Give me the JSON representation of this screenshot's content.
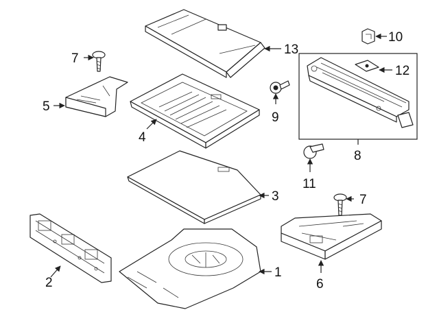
{
  "diagram": {
    "callouts": [
      {
        "id": "1",
        "label": "1"
      },
      {
        "id": "2",
        "label": "2"
      },
      {
        "id": "3",
        "label": "3"
      },
      {
        "id": "4",
        "label": "4"
      },
      {
        "id": "5",
        "label": "5"
      },
      {
        "id": "6",
        "label": "6"
      },
      {
        "id": "7a",
        "label": "7"
      },
      {
        "id": "7b",
        "label": "7"
      },
      {
        "id": "8",
        "label": "8"
      },
      {
        "id": "9",
        "label": "9"
      },
      {
        "id": "10",
        "label": "10"
      },
      {
        "id": "11",
        "label": "11"
      },
      {
        "id": "12",
        "label": "12"
      },
      {
        "id": "13",
        "label": "13"
      }
    ],
    "colors": {
      "line": "#222222",
      "background": "#ffffff"
    }
  }
}
